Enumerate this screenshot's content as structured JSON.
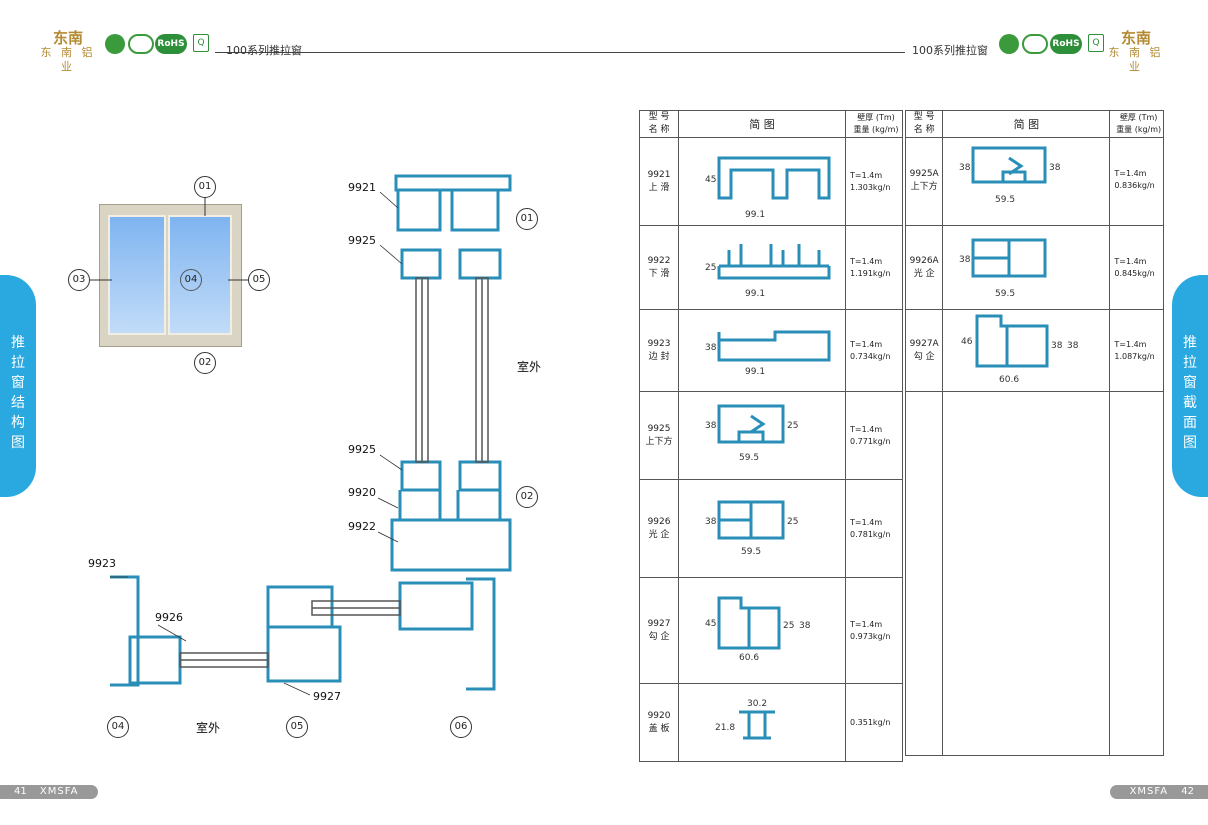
{
  "header": {
    "left_brand": {
      "mark": "东南",
      "name": "东 南 铝 业"
    },
    "right_brand": {
      "mark": "东南",
      "name": "东 南 铝 业"
    },
    "cert_rohs": "RoHS",
    "cert_q": "Q",
    "left_title": "100系列推拉窗",
    "right_title": "100系列推拉窗"
  },
  "side_tabs": {
    "left": [
      "推",
      "拉",
      "窗",
      "结",
      "构",
      "图"
    ],
    "right": [
      "推",
      "拉",
      "窗",
      "截",
      "面",
      "图"
    ]
  },
  "footer": {
    "left_page": "41",
    "left_brand": "XMSFA",
    "right_brand": "XMSFA",
    "right_page": "42"
  },
  "window_diagram": {
    "callouts": [
      "01",
      "02",
      "03",
      "04",
      "05"
    ]
  },
  "section_labels": {
    "top_profiles": [
      "9921",
      "9925",
      "9925",
      "9920",
      "9922"
    ],
    "outside_label_vertical": "室外",
    "callout_top": "01",
    "callout_bottom": "02",
    "bottom_profiles": [
      "9923",
      "9926",
      "9927"
    ],
    "outside_label_horizontal": "室外",
    "callouts_bottom": [
      "04",
      "05",
      "06"
    ]
  },
  "table_headers": {
    "model": "型 号",
    "name": "名 称",
    "diagram": "简 图",
    "thickness": "壁厚 (Tm)",
    "weight": "重量 (kg/m)"
  },
  "left_table_rows": [
    {
      "code": "9921",
      "name": "上 滑",
      "spec1": "T=1.4m",
      "spec2": "1.303kg/n",
      "dims": [
        "45",
        "99.1"
      ]
    },
    {
      "code": "9922",
      "name": "下 滑",
      "spec1": "T=1.4m",
      "spec2": "1.191kg/n",
      "dims": [
        "25",
        "99.1"
      ]
    },
    {
      "code": "9923",
      "name": "边 封",
      "spec1": "T=1.4m",
      "spec2": "0.734kg/n",
      "dims": [
        "38",
        "99.1"
      ]
    },
    {
      "code": "9925",
      "name": "上下方",
      "spec1": "T=1.4m",
      "spec2": "0.771kg/n",
      "dims": [
        "38",
        "25",
        "59.5"
      ]
    },
    {
      "code": "9926",
      "name": "光 企",
      "spec1": "T=1.4m",
      "spec2": "0.781kg/n",
      "dims": [
        "38",
        "25",
        "59.5"
      ]
    },
    {
      "code": "9927",
      "name": "勾 企",
      "spec1": "T=1.4m",
      "spec2": "0.973kg/n",
      "dims": [
        "45",
        "25",
        "38",
        "60.6"
      ]
    },
    {
      "code": "9920",
      "name": "盖 板",
      "spec1": "",
      "spec2": "0.351kg/n",
      "dims": [
        "30.2",
        "21.8"
      ]
    }
  ],
  "right_table_rows": [
    {
      "code": "9925A",
      "name": "上下方",
      "spec1": "T=1.4m",
      "spec2": "0.836kg/n",
      "dims": [
        "38",
        "38",
        "59.5"
      ]
    },
    {
      "code": "9926A",
      "name": "光 企",
      "spec1": "T=1.4m",
      "spec2": "0.845kg/n",
      "dims": [
        "38",
        "59.5"
      ]
    },
    {
      "code": "9927A",
      "name": "勾 企",
      "spec1": "T=1.4m",
      "spec2": "1.087kg/n",
      "dims": [
        "46",
        "38",
        "38",
        "60.6"
      ]
    }
  ],
  "colors": {
    "accent": "#2aa8e0",
    "profile": "#2a8fb8",
    "brand": "#b48a33",
    "cert": "#2e8f3a"
  }
}
